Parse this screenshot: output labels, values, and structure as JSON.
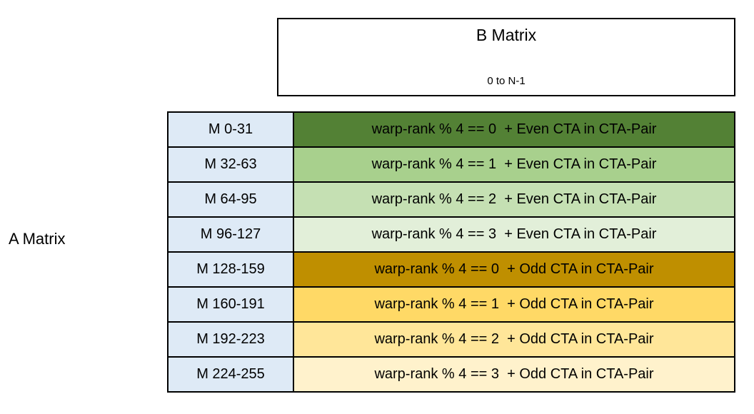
{
  "a_matrix": {
    "label": "A Matrix"
  },
  "b_matrix": {
    "title": "B Matrix",
    "subtitle": "0 to N-1"
  },
  "colors": {
    "m_column_bg": "#DEEAF6",
    "border": "#000000",
    "green_dark": "#538135",
    "green_40": "#A8D08D",
    "green_60": "#C5E0B3",
    "green_80": "#E2EFD9",
    "gold_dark": "#BF8F00",
    "gold_40": "#FFD966",
    "gold_60": "#FFE699",
    "gold_80": "#FFF2CC"
  },
  "table": {
    "rows": [
      {
        "m_range": "M 0-31",
        "description": "warp-rank % 4 == 0  + Even CTA in CTA-Pair",
        "bg": "#538135"
      },
      {
        "m_range": "M 32-63",
        "description": "warp-rank % 4 == 1  + Even CTA in CTA-Pair",
        "bg": "#A8D08D"
      },
      {
        "m_range": "M 64-95",
        "description": "warp-rank % 4 == 2  + Even CTA in CTA-Pair",
        "bg": "#C5E0B3"
      },
      {
        "m_range": "M 96-127",
        "description": "warp-rank % 4 == 3  + Even CTA in CTA-Pair",
        "bg": "#E2EFD9"
      },
      {
        "m_range": "M 128-159",
        "description": "warp-rank % 4 == 0  + Odd CTA in CTA-Pair",
        "bg": "#BF8F00"
      },
      {
        "m_range": "M 160-191",
        "description": "warp-rank % 4 == 1  + Odd CTA in CTA-Pair",
        "bg": "#FFD966"
      },
      {
        "m_range": "M 192-223",
        "description": "warp-rank % 4 == 2  + Odd CTA in CTA-Pair",
        "bg": "#FFE699"
      },
      {
        "m_range": "M 224-255",
        "description": "warp-rank % 4 == 3  + Odd CTA in CTA-Pair",
        "bg": "#FFF2CC"
      }
    ]
  }
}
